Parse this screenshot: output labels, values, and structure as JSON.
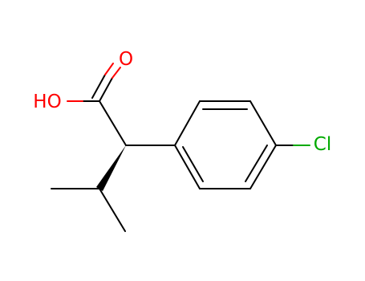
{
  "molecule": {
    "atoms": {
      "oxygen_carbonyl": "O",
      "hydroxyl": "HO",
      "chlorine": "Cl"
    },
    "colors": {
      "bond": "#000000",
      "oxygen": "#ff0000",
      "chlorine": "#00aa00"
    }
  }
}
